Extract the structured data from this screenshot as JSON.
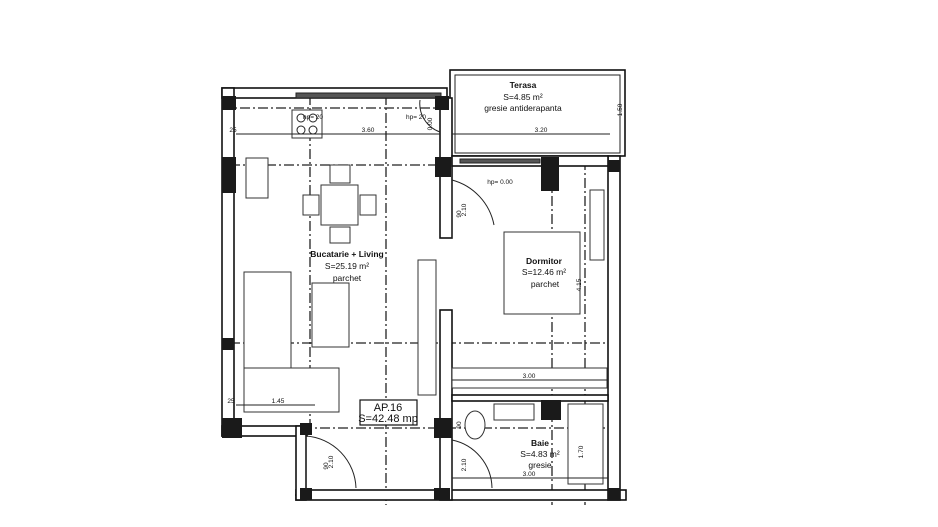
{
  "apartment": {
    "label": "AP.16",
    "area": "S=42.48 mp"
  },
  "rooms": {
    "terasa": {
      "name": "Terasa",
      "area": "S=4.85 m²",
      "floor": "gresie antiderapanta"
    },
    "living": {
      "name": "Bucatarie + Living",
      "area": "S=25.19 m²",
      "floor": "parchet"
    },
    "dormitor": {
      "name": "Dormitor",
      "area": "S=12.46 m²",
      "floor": "parchet"
    },
    "baie": {
      "name": "Baie",
      "area": "S=4.83 m²",
      "floor": "gresie"
    }
  },
  "dimensions": {
    "living_width": "3.60",
    "terasa_width": "3.20",
    "terasa_depth": "1.50",
    "hp1": "hp= 20",
    "hp2": "hp= 20",
    "hp3": "hp= 0.00",
    "door_terasa": "0.00",
    "bedroom_depth": "4.15",
    "bedroom_width": "3.00",
    "bath_width": "3.00",
    "bath_depth": "1.70",
    "living_front": "1.45",
    "door1": "2.10",
    "door2": "2.10",
    "door3": "2.10",
    "door_w1": "90",
    "door_w2": "90",
    "door_w3": "90",
    "wall1": "25",
    "wall2": "25"
  }
}
